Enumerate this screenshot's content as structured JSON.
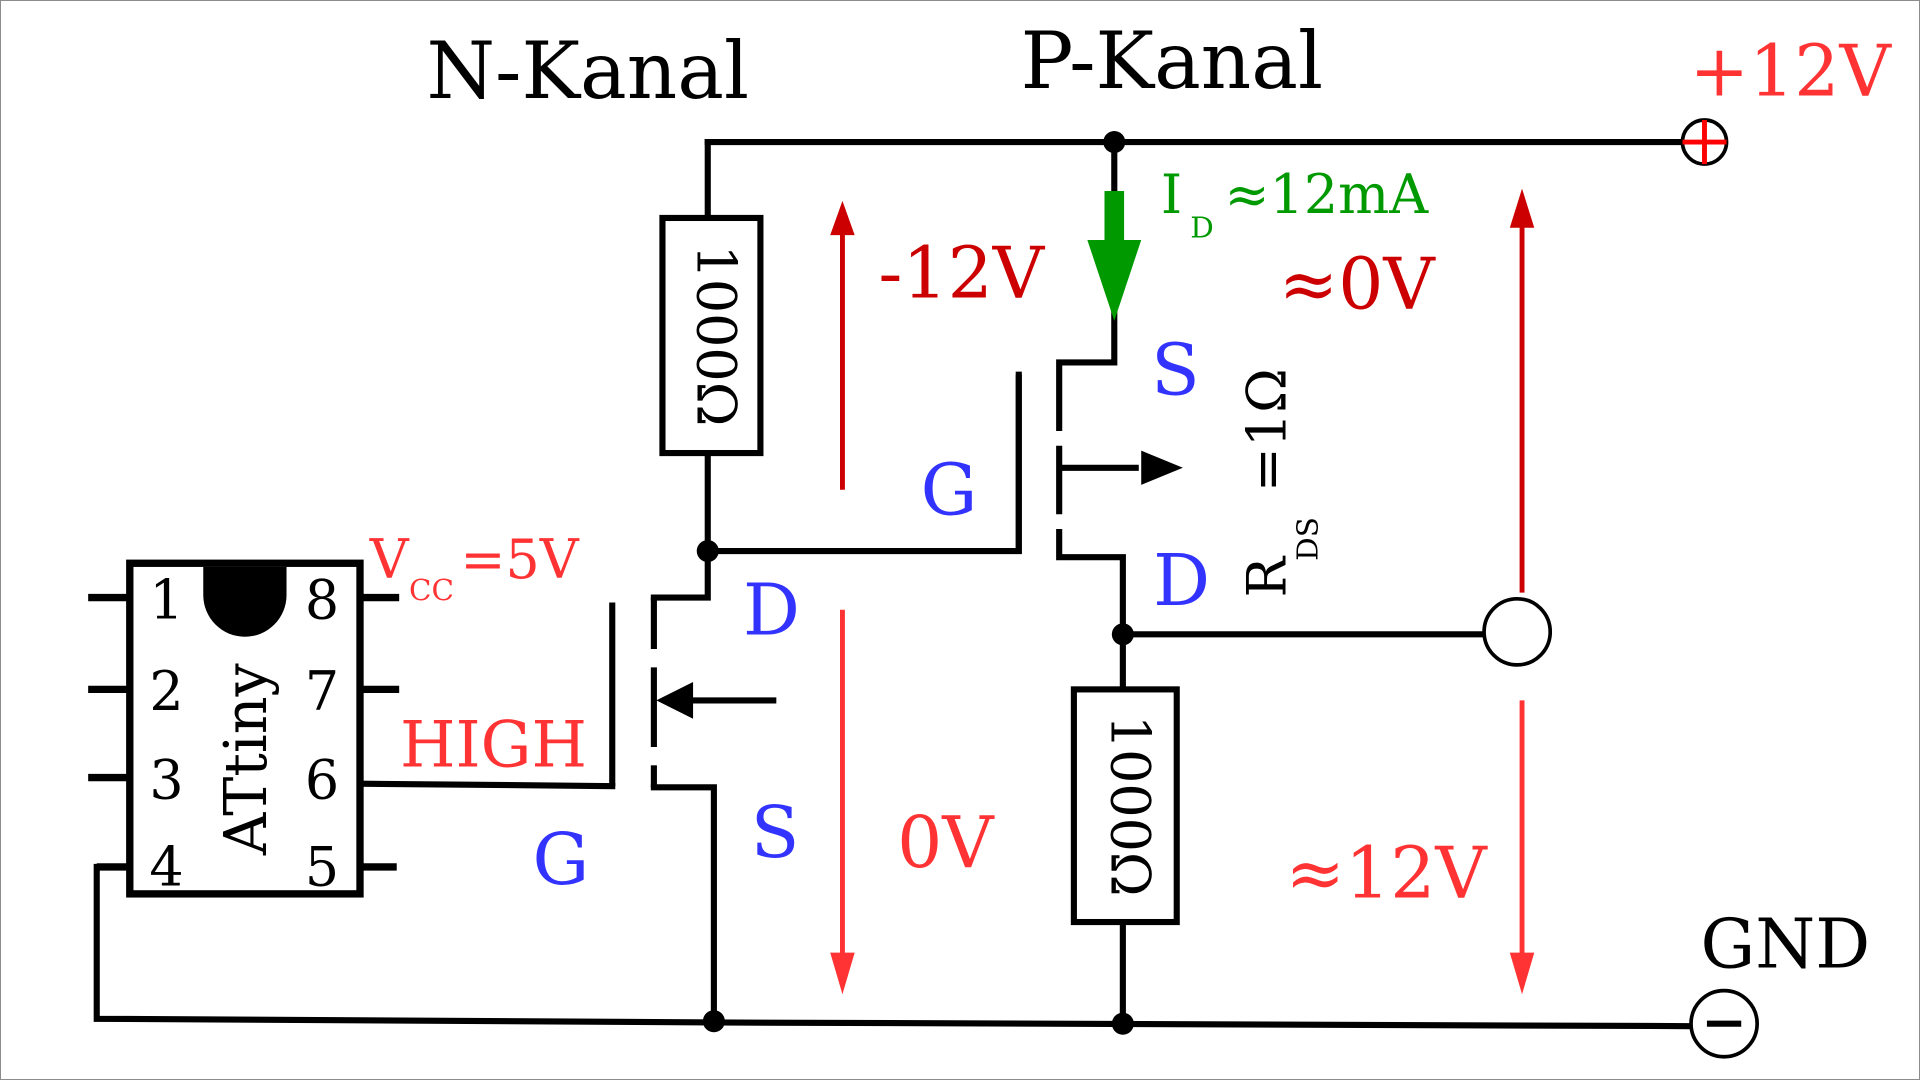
{
  "titles": {
    "n_channel": "N-Kanal",
    "p_channel": "P-Kanal"
  },
  "supply": {
    "positive_label": "+12V",
    "ground_label": "GND",
    "positive_symbol": "plus-terminal",
    "ground_symbol": "minus-terminal"
  },
  "resistors": {
    "upper_value": "1000Ω",
    "lower_value": "1000Ω"
  },
  "mcu": {
    "name": "ATtiny",
    "pins_left": [
      "1",
      "2",
      "3",
      "4"
    ],
    "pins_right": [
      "8",
      "7",
      "6",
      "5"
    ],
    "vcc_label_main": "V",
    "vcc_label_sub": "CC",
    "vcc_label_value": "=5V",
    "output_state": "HIGH"
  },
  "nmos": {
    "gate": "G",
    "drain": "D",
    "source": "S"
  },
  "pmos": {
    "gate": "G",
    "drain": "D",
    "source": "S",
    "rds_main": "R",
    "rds_sub": "DS",
    "rds_value": "=1Ω"
  },
  "current": {
    "main": "I",
    "sub": "D",
    "value": "≈12mA"
  },
  "voltages": {
    "gate_source_p": "-12V",
    "drain_source_p": "≈0V",
    "drain_source_n": "0V",
    "output": "≈12V"
  },
  "colors": {
    "red_dark": "#cc0000",
    "red_light": "#ff3333",
    "blue": "#3333ff",
    "green": "#009900",
    "black": "#000000"
  }
}
